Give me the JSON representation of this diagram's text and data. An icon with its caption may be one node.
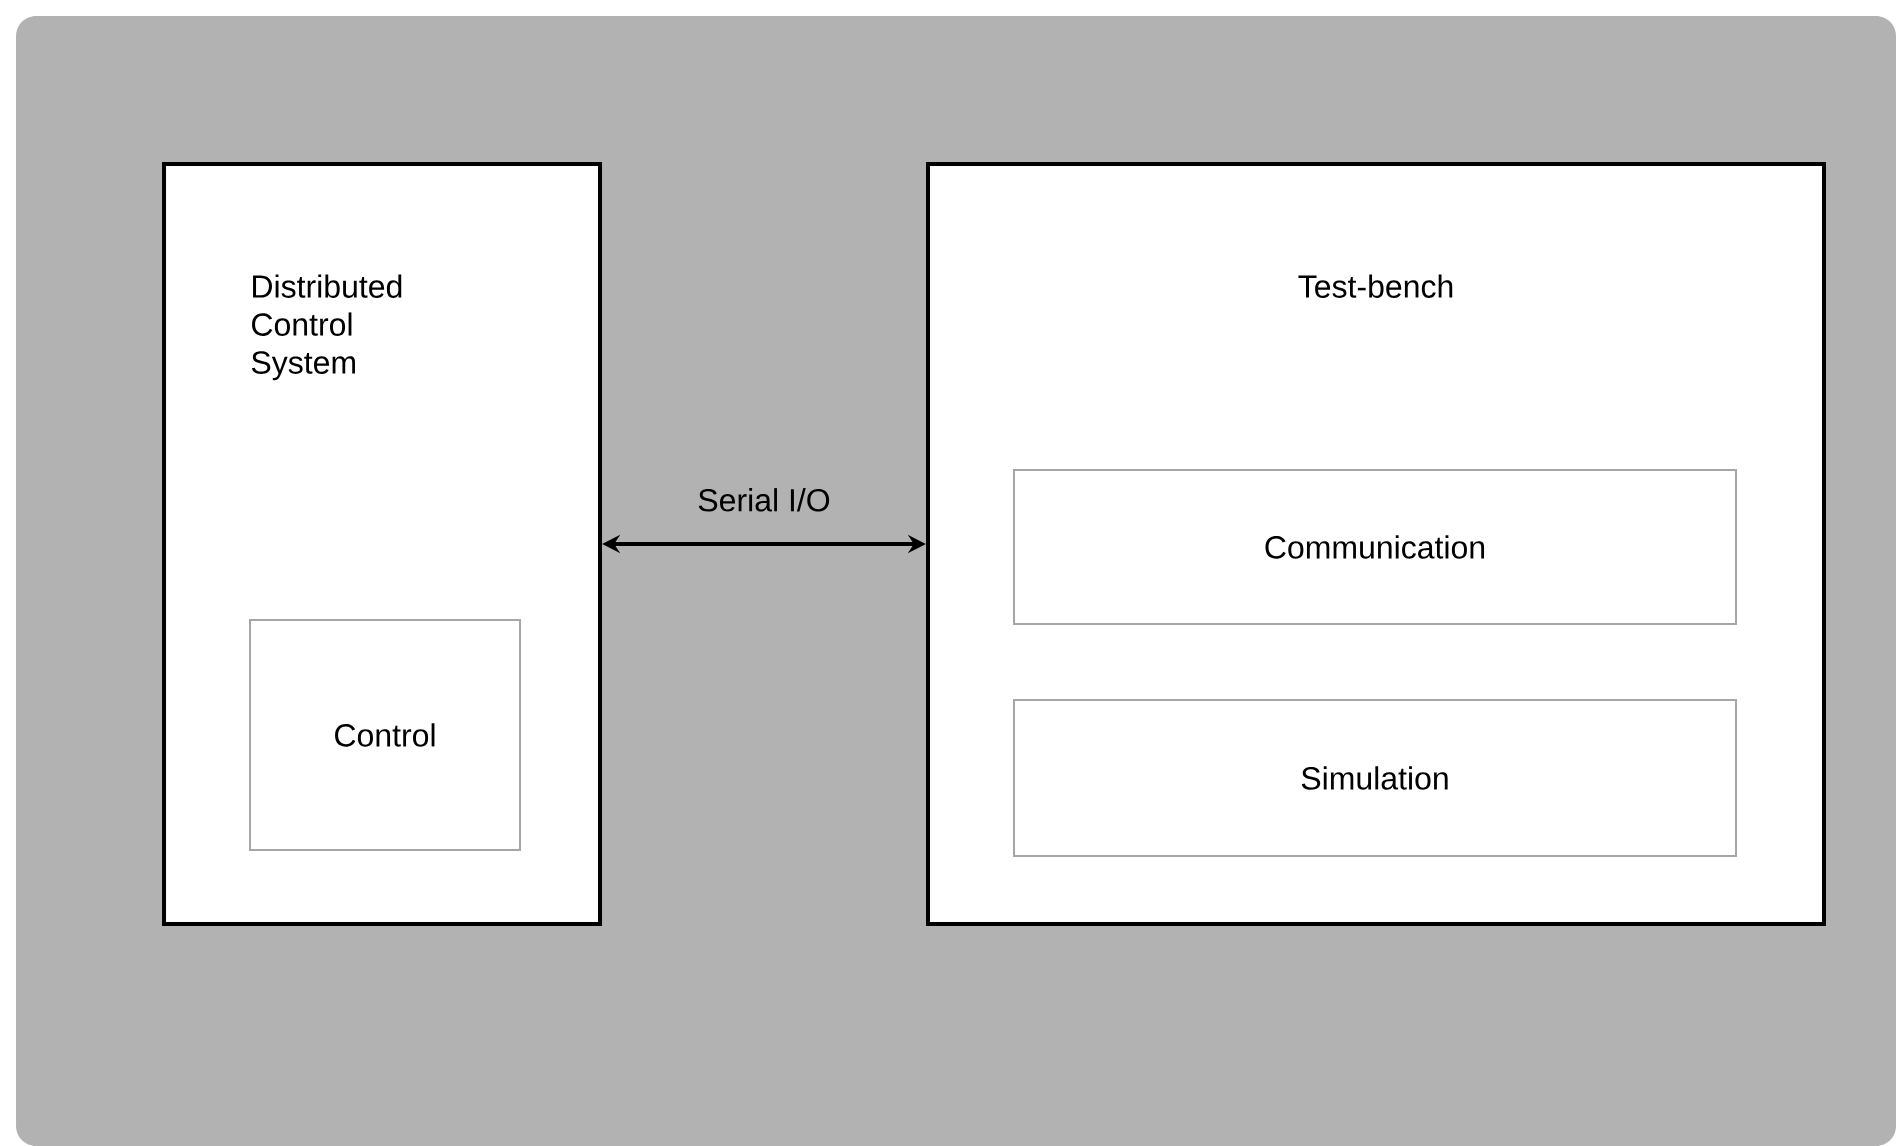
{
  "diagram": {
    "nodes": [
      {
        "text": [
          "Distributed Control System"
        ]
      },
      {
        "text": [
          "Control"
        ],
        "in": 0
      },
      {
        "text": [
          "Test-bench"
        ]
      },
      {
        "text": [
          "Communication"
        ],
        "in": 2
      },
      {
        "text": [
          "Simulation"
        ],
        "in": 2
      }
    ],
    "edges": [
      {
        "from": 0,
        "to": 2,
        "arrow": "both",
        "label": "Serial I/O"
      }
    ]
  }
}
